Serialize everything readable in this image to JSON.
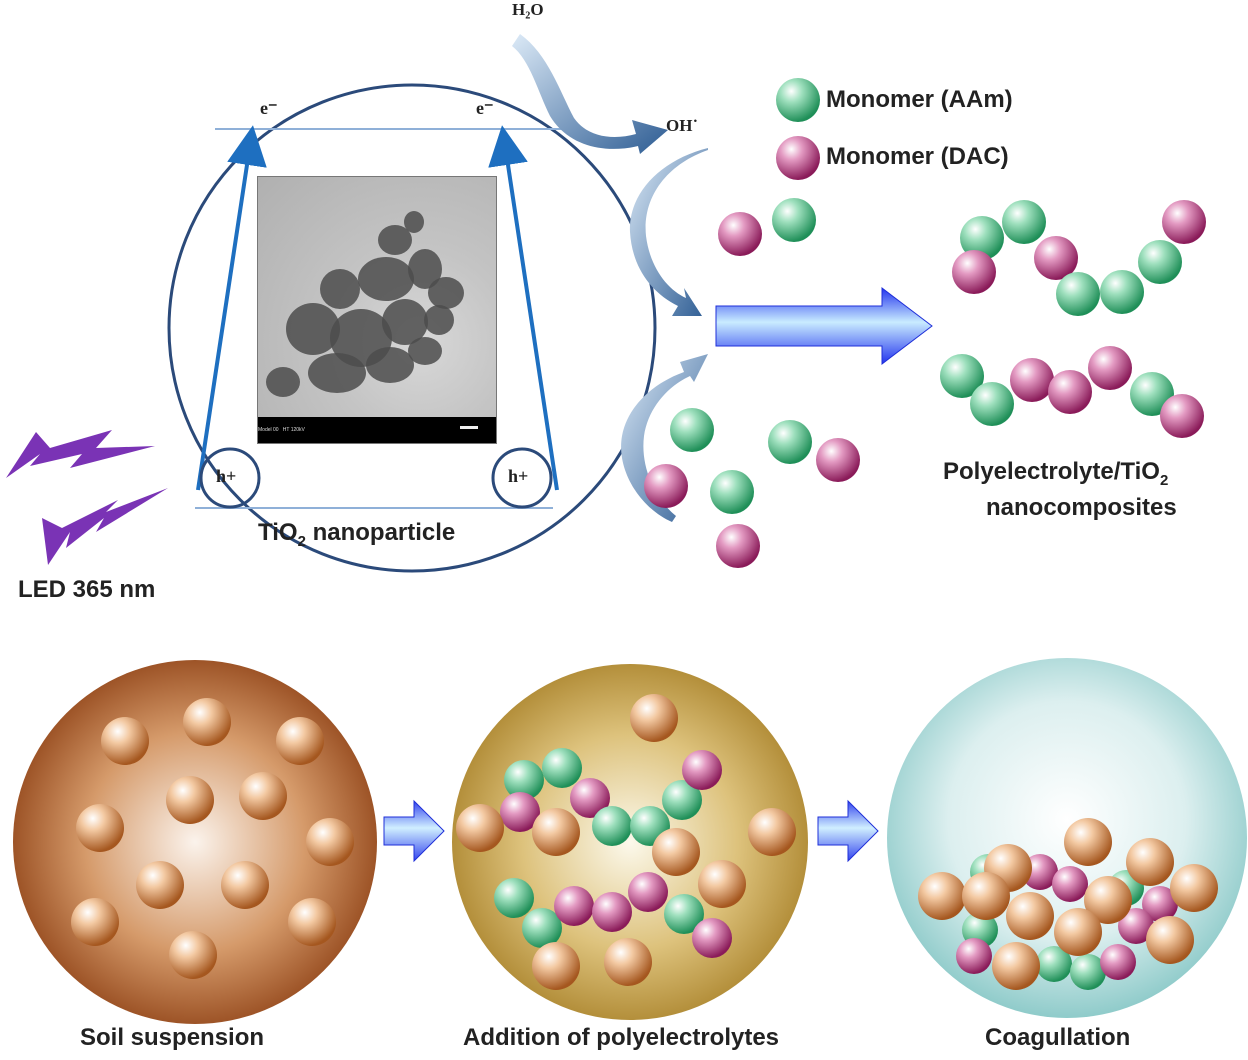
{
  "labels": {
    "water": "H₂O",
    "hydroxyl": "OH˙",
    "electron": "e⁻",
    "hole": "h+",
    "nanoparticle_prefix": "TiO",
    "nanoparticle_sub": "2",
    "nanoparticle_suffix": " nanoparticle",
    "light_source": "LED 365 nm",
    "legend_aam": "Monomer (AAm)",
    "legend_dac": "Monomer (DAC)",
    "product_line1": "Polyelectrolyte/TiO",
    "product_sub": "2",
    "product_line2": "nanocomposites",
    "step1": "Soil suspension",
    "step2": "Addition of polyelectrolytes",
    "step3": "Coagullation"
  },
  "colors": {
    "outline_blue": "#2b4a7a",
    "level_line": "#8fb0d8",
    "arrow_blue": "#1e6fc0",
    "curved_arrow": "#3d6699",
    "big_arrow": "#2a3cf0",
    "lightning": "#7a33b5",
    "monomer_aam": "#2fa36b",
    "monomer_dac": "#9b2466",
    "soil_particle": "#b3652a",
    "sphere_soil": "#9a4a1c",
    "sphere_addition": "#b8922f",
    "sphere_coag": "#9fd3d2"
  },
  "icons": {
    "light": "lightning-bolt-icon",
    "flow": "curved-arrow-icon",
    "process": "block-arrow-icon"
  }
}
